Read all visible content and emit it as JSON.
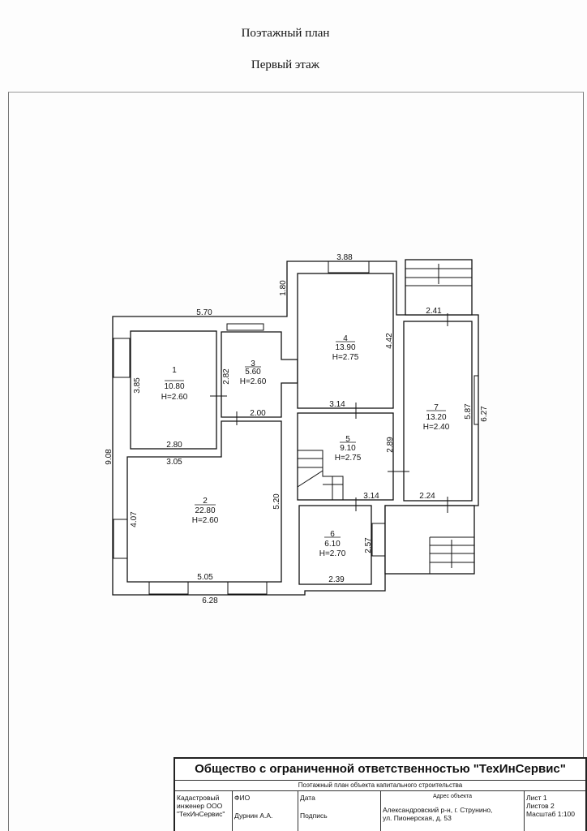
{
  "header": {
    "title": "Поэтажный план",
    "floor": "Первый этаж"
  },
  "rooms": [
    {
      "num": "1",
      "area": "10.80",
      "height": "H=2.60"
    },
    {
      "num": "2",
      "area": "22.80",
      "height": "H=2.60"
    },
    {
      "num": "3",
      "area": "5.60",
      "height": "H=2.60"
    },
    {
      "num": "4",
      "area": "13.90",
      "height": "H=2.75"
    },
    {
      "num": "5",
      "area": "9.10",
      "height": "H=2.75"
    },
    {
      "num": "6",
      "area": "6.10",
      "height": "H=2.70"
    },
    {
      "num": "7",
      "area": "13.20",
      "height": "H=2.40"
    }
  ],
  "dimensions": {
    "d388": "3.88",
    "d180": "1.80",
    "d570": "5.70",
    "d241": "2.41",
    "d442": "4.42",
    "d385": "3.85",
    "d282": "2.82",
    "d314a": "3.14",
    "d587": "5.87",
    "d627": "6.27",
    "d200": "2.00",
    "d280": "2.80",
    "d289": "2.89",
    "d908": "9.08",
    "d305": "3.05",
    "d314b": "3.14",
    "d224": "2.24",
    "d520": "5.20",
    "d407": "4.07",
    "d257": "2.57",
    "d505": "5.05",
    "d239": "2.39",
    "d628": "6.28"
  },
  "title_block": {
    "company": "Общество с ограниченной ответственностью \"ТехИнСервис\"",
    "subtitle": "Поэтажный план объекта капитального строительства",
    "engineer_l1": "Кадастровый",
    "engineer_l2": "инженер ООО",
    "engineer_l3": "\"ТехИнСервис\"",
    "fio_label": "ФИО",
    "fio_value": "Дурнин А.А.",
    "date_label": "Дата",
    "sign_label": "Подпись",
    "address_label": "Адрес объекта",
    "address_l1": "Александровский р-н, г. Струнино,",
    "address_l2": "ул. Пионерская, д. 53",
    "sheet": "Лист 1",
    "sheets": "Листов 2",
    "scale": "Масштаб 1:100"
  }
}
